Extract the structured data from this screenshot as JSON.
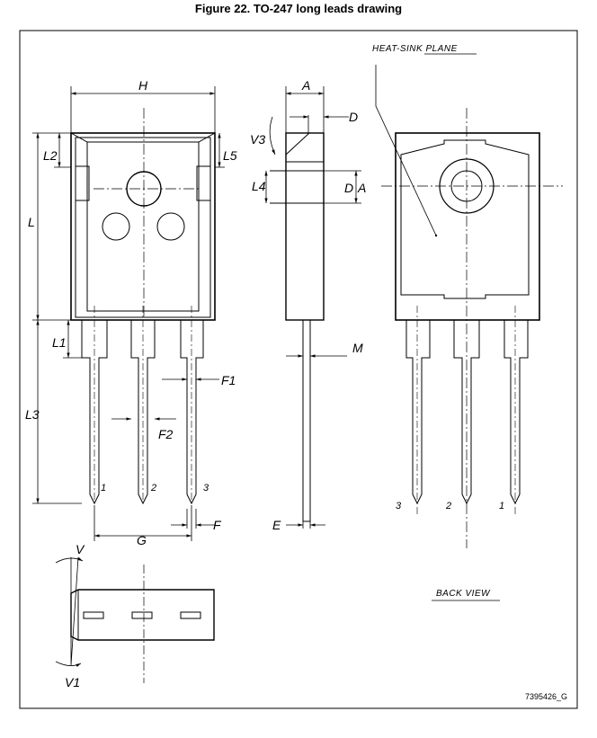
{
  "caption": "Figure 22. TO-247 long leads drawing",
  "labels": {
    "H": "H",
    "L": "L",
    "L1": "L1",
    "L2": "L2",
    "L3": "L3",
    "L4": "L4",
    "L5": "L5",
    "A": "A",
    "D": "D",
    "D_side": "D",
    "A_side": "A",
    "V3": "V3",
    "M": "M",
    "E": "E",
    "F": "F",
    "F1": "F1",
    "F2": "F2",
    "G": "G",
    "V": "V",
    "V1": "V1"
  },
  "pins_front": [
    "1",
    "2",
    "3"
  ],
  "pins_back": [
    "3",
    "2",
    "1"
  ],
  "notes": {
    "heat_sink_plane": "HEAT-SINK  PLANE",
    "back_view": "BACK  VIEW",
    "drawing_code": "7395426_G"
  }
}
